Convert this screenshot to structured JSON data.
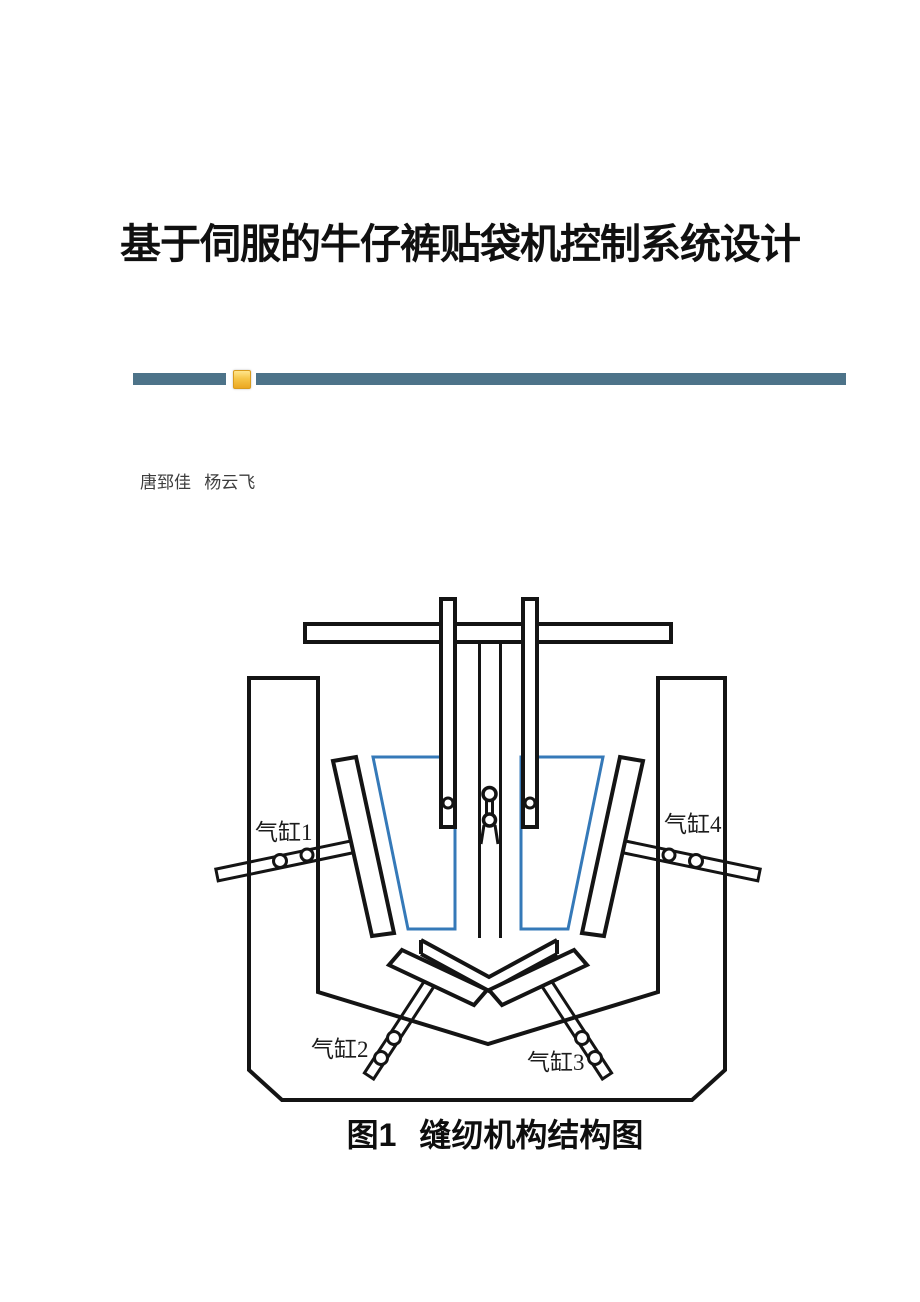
{
  "page": {
    "title": "基于伺服的牛仔裤贴袋机控制系统设计",
    "authors": "唐郅佳 杨云飞"
  },
  "divider": {
    "bar_color": "#4d7389",
    "marker_color": "#f6c649"
  },
  "figure": {
    "caption": "图1 缝纫机构结构图",
    "labels": {
      "cylinder1": "气缸1",
      "cylinder2": "气缸2",
      "cylinder3": "气缸3",
      "cylinder4": "气缸4"
    },
    "colors": {
      "line": "#141414",
      "pocket_outline": "#3579b8"
    }
  }
}
